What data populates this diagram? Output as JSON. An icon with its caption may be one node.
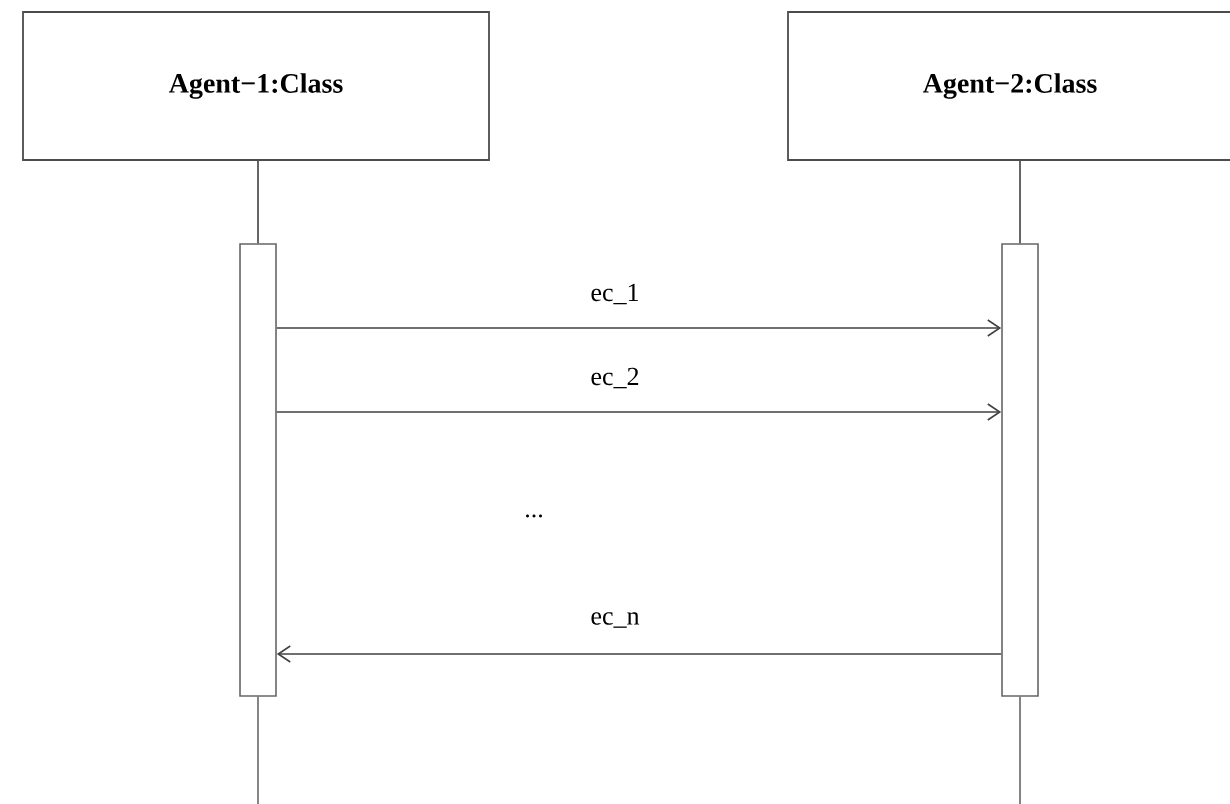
{
  "diagram": {
    "nodes": [
      {
        "text": [
          "Agent−1:Class"
        ]
      },
      {
        "text": [
          "Agent−2:Class"
        ]
      },
      {
        "text": [],
        "shape": "bar"
      },
      {
        "text": [],
        "shape": "bar"
      }
    ],
    "edges": [
      {
        "from": 0,
        "to": 2,
        "arrow": "none"
      },
      {
        "from": 1,
        "to": 3,
        "arrow": "none"
      },
      {
        "from": 2,
        "to": 3,
        "arrow": "to",
        "label": "ec_1"
      },
      {
        "from": 2,
        "to": 3,
        "arrow": "to",
        "label": "ec_2"
      },
      {
        "from": 3,
        "to": 2,
        "arrow": "to",
        "label": "ec_n"
      }
    ],
    "labels": [
      "..."
    ]
  }
}
